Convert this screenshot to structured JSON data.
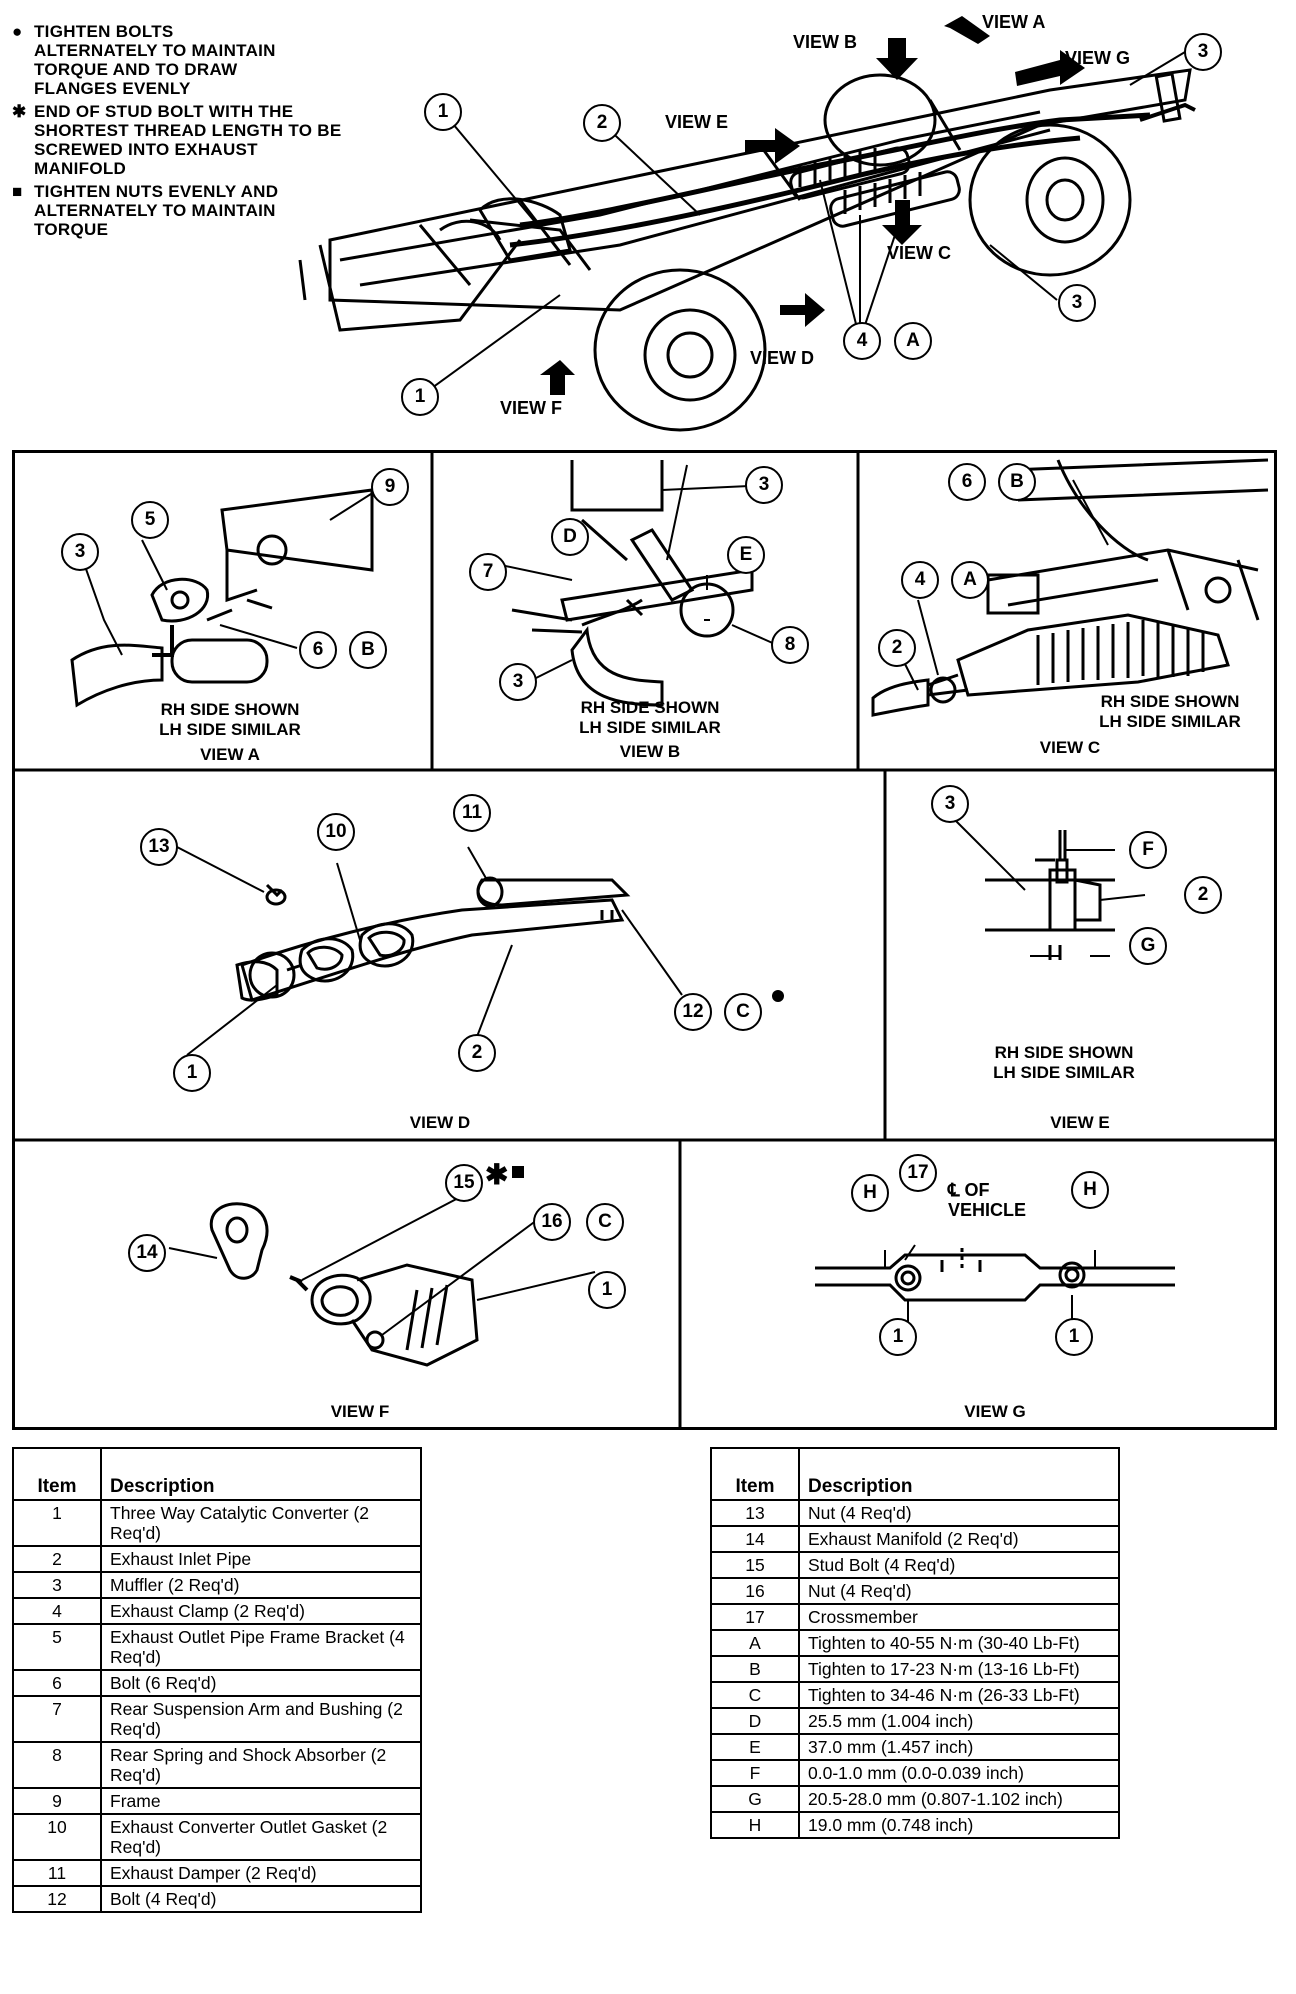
{
  "notes": [
    {
      "symbol": "●",
      "text": "TIGHTEN BOLTS ALTERNATELY TO MAINTAIN TORQUE AND TO DRAW FLANGES EVENLY"
    },
    {
      "symbol": "✱",
      "text": "END OF STUD BOLT WITH THE SHORTEST THREAD LENGTH TO BE SCREWED INTO EXHAUST MANIFOLD"
    },
    {
      "symbol": "■",
      "text": "TIGHTEN NUTS EVENLY AND ALTERNATELY TO MAINTAIN TORQUE"
    }
  ],
  "overview_labels": {
    "view_a": "VIEW A",
    "view_b": "VIEW B",
    "view_c": "VIEW C",
    "view_d": "VIEW D",
    "view_e": "VIEW E",
    "view_f": "VIEW F",
    "view_g": "VIEW G"
  },
  "overview_callouts": [
    "1",
    "2",
    "3",
    "3",
    "1",
    "4",
    "A"
  ],
  "views": {
    "a": {
      "caption": "VIEW A",
      "note": "RH SIDE SHOWN\nLH SIDE SIMILAR",
      "callouts": [
        "9",
        "5",
        "3",
        "6",
        "B"
      ]
    },
    "b": {
      "caption": "VIEW B",
      "note": "RH SIDE SHOWN\nLH SIDE SIMILAR",
      "callouts": [
        "3",
        "D",
        "E",
        "7",
        "8",
        "3"
      ]
    },
    "c": {
      "caption": "VIEW C",
      "note": "RH SIDE SHOWN\nLH SIDE SIMILAR",
      "callouts": [
        "6",
        "B",
        "4",
        "A",
        "2"
      ]
    },
    "d": {
      "caption": "VIEW D",
      "callouts": [
        "13",
        "10",
        "11",
        "12",
        "C",
        "1",
        "2"
      ]
    },
    "e": {
      "caption": "VIEW E",
      "note": "RH SIDE SHOWN\nLH SIDE SIMILAR",
      "callouts": [
        "3",
        "F",
        "2",
        "G"
      ]
    },
    "f": {
      "caption": "VIEW F",
      "callouts": [
        "15",
        "16",
        "C",
        "14",
        "1"
      ]
    },
    "g": {
      "caption": "VIEW G",
      "center_label": "℄ OF\nVEHICLE",
      "callouts": [
        "H",
        "17",
        "H",
        "1",
        "1"
      ]
    }
  },
  "table_headers": {
    "item": "Item",
    "description": "Description"
  },
  "items_left": [
    {
      "item": "1",
      "description": "Three Way Catalytic Converter (2 Req'd)"
    },
    {
      "item": "2",
      "description": "Exhaust Inlet Pipe"
    },
    {
      "item": "3",
      "description": "Muffler (2 Req'd)"
    },
    {
      "item": "4",
      "description": "Exhaust Clamp (2 Req'd)"
    },
    {
      "item": "5",
      "description": "Exhaust Outlet Pipe Frame Bracket (4 Req'd)"
    },
    {
      "item": "6",
      "description": "Bolt (6 Req'd)"
    },
    {
      "item": "7",
      "description": "Rear Suspension Arm and Bushing (2 Req'd)"
    },
    {
      "item": "8",
      "description": "Rear Spring and Shock Absorber (2 Req'd)"
    },
    {
      "item": "9",
      "description": "Frame"
    },
    {
      "item": "10",
      "description": "Exhaust Converter Outlet Gasket (2 Req'd)"
    },
    {
      "item": "11",
      "description": "Exhaust Damper (2 Req'd)"
    },
    {
      "item": "12",
      "description": "Bolt (4 Req'd)"
    }
  ],
  "items_right": [
    {
      "item": "13",
      "description": "Nut (4 Req'd)"
    },
    {
      "item": "14",
      "description": "Exhaust Manifold (2 Req'd)"
    },
    {
      "item": "15",
      "description": "Stud Bolt (4 Req'd)"
    },
    {
      "item": "16",
      "description": "Nut (4 Req'd)"
    },
    {
      "item": "17",
      "description": "Crossmember"
    },
    {
      "item": "A",
      "description": "Tighten to 40-55 N·m (30-40 Lb-Ft)"
    },
    {
      "item": "B",
      "description": "Tighten to 17-23 N·m (13-16 Lb-Ft)"
    },
    {
      "item": "C",
      "description": "Tighten to 34-46 N·m (26-33 Lb-Ft)"
    },
    {
      "item": "D",
      "description": "25.5 mm (1.004 inch)"
    },
    {
      "item": "E",
      "description": "37.0 mm (1.457 inch)"
    },
    {
      "item": "F",
      "description": "0.0-1.0 mm (0.0-0.039 inch)"
    },
    {
      "item": "G",
      "description": "20.5-28.0 mm (0.807-1.102 inch)"
    },
    {
      "item": "H",
      "description": "19.0 mm (0.748 inch)"
    }
  ]
}
